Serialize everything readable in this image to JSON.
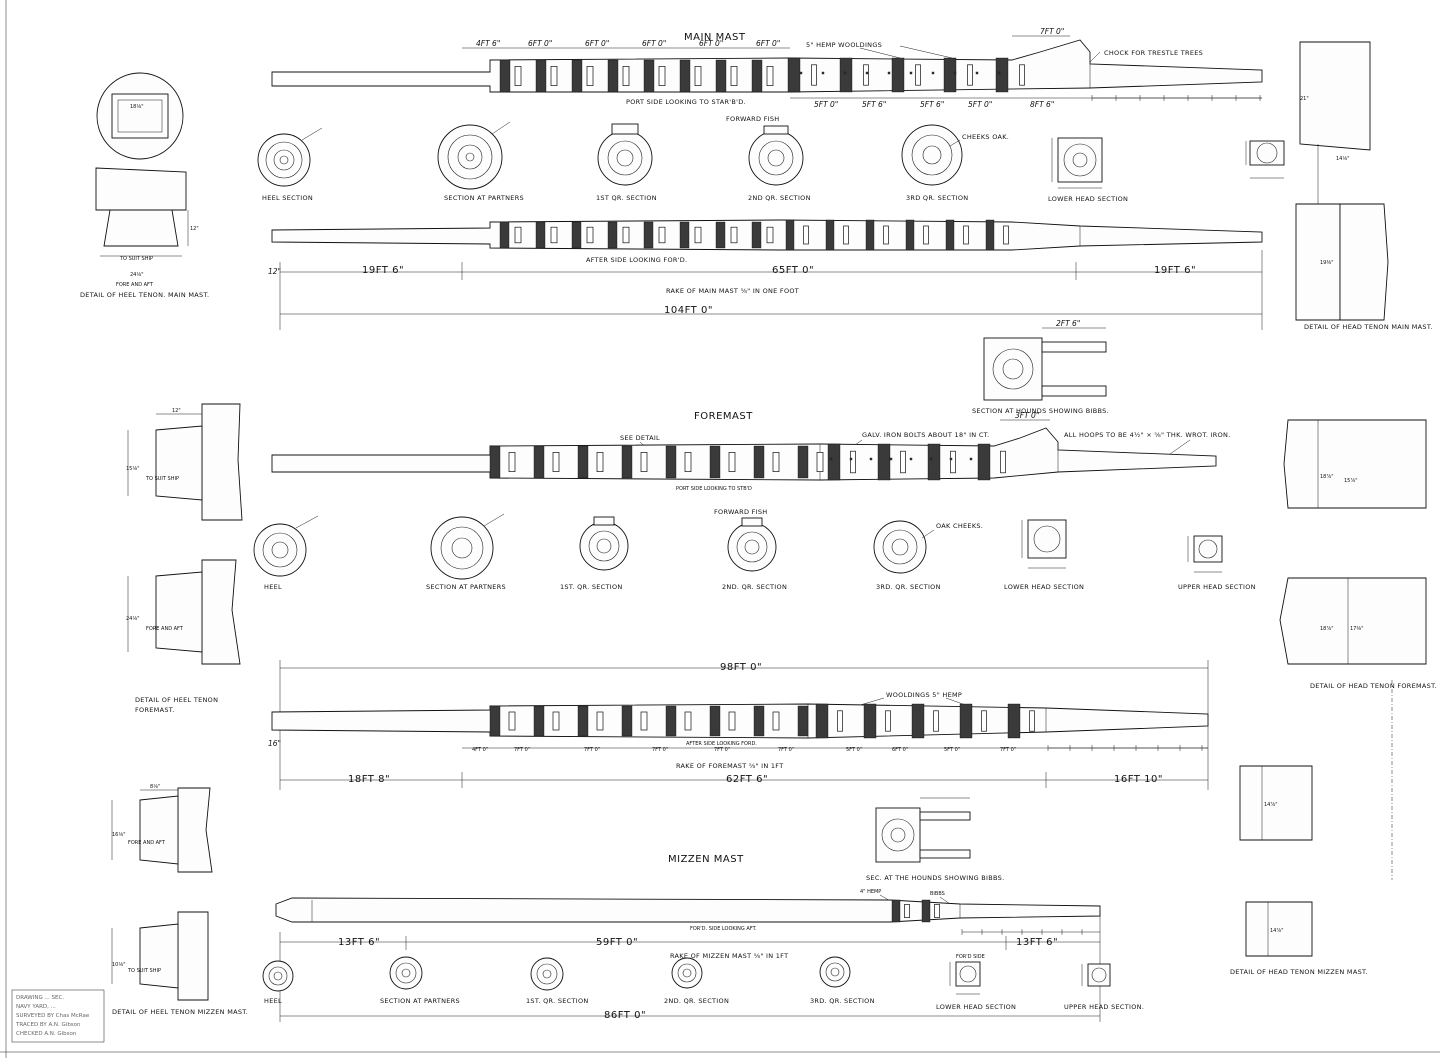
{
  "colors": {
    "paper": "#ffffff",
    "ink": "#1a1a1a",
    "hoop": "#3a3a3a"
  },
  "main_mast": {
    "title": "MAIN MAST",
    "port_label": "PORT SIDE LOOKING TO STAR'B'D.",
    "after_label": "AFTER SIDE LOOKING FOR'D.",
    "woolding_note": "5\" HEMP WOOLDINGS",
    "chock_note": "CHOCK FOR TRESTLE TREES",
    "forward_fish": "FORWARD FISH",
    "cheeks_note": "CHEEKS OAK.",
    "rake": "RAKE OF MAIN MAST ⅝\" IN ONE FOOT",
    "dims": {
      "lower": "19FT 6\"",
      "middle": "65FT 0\"",
      "upper": "19FT 6\"",
      "total": "104FT 0\"",
      "heel": "12\""
    },
    "top_dims": [
      "4FT 6\"",
      "6FT 0\"",
      "6FT 0\"",
      "6FT 0\"",
      "6FT 0\"",
      "6FT 0\"",
      "7FT 0\""
    ],
    "lower_dims": [
      "5FT 0\"",
      "5FT 6\"",
      "5FT 6\"",
      "5FT 0\"",
      "8FT 6\""
    ],
    "sections": [
      "HEEL SECTION",
      "SECTION AT PARTNERS",
      "1ST QR. SECTION",
      "2ND QR. SECTION",
      "3RD QR. SECTION",
      "LOWER HEAD SECTION"
    ],
    "heel_tenon": "DETAIL OF HEEL TENON. MAIN MAST.",
    "head_tenon": "DETAIL OF HEAD TENON MAIN MAST.",
    "to_suit_ship": "TO SUIT SHIP",
    "fore_aft": "FORE AND AFT"
  },
  "hounds_main": {
    "title": "SECTION AT HOUNDS SHOWING BIBBS.",
    "dim": "2FT 6\""
  },
  "foremast": {
    "title": "FOREMAST",
    "port_label": "PORT SIDE LOOKING TO STB'D",
    "after_label": "AFTER SIDE LOOKING FORD.",
    "see_detail": "SEE DETAIL",
    "bolts_note": "GALV. IRON BOLTS ABOUT 18\" IN CT.",
    "hoops_note": "ALL HOOPS TO BE 4½\" × ⅝\" THK. WROT. IRON.",
    "forward_fish": "FORWARD FISH",
    "cheeks_note": "OAK CHEEKS.",
    "woolding_note": "WOOLDINGS 5\" HEMP",
    "rake": "RAKE OF FOREMAST ⅝\" IN 1FT",
    "dims": {
      "overall": "98FT 0\"",
      "lower": "18FT 8\"",
      "middle": "62FT 6\"",
      "upper": "16FT 10\"",
      "heel": "16\""
    },
    "bottom_dims": [
      "4FT 0\"",
      "7FT 0\"",
      "7FT 0\"",
      "7FT 0\"",
      "7FT 0\"",
      "7FT 0\"",
      "5FT 0\"",
      "6FT 0\"",
      "5FT 0\"",
      "7FT 0\""
    ],
    "sections": [
      "HEEL",
      "SECTION AT PARTNERS",
      "1ST. QR. SECTION",
      "2ND. QR. SECTION",
      "3RD. QR. SECTION",
      "LOWER HEAD SECTION",
      "UPPER HEAD SECTION"
    ],
    "heel_tenon": "DETAIL OF HEEL TENON",
    "heel_tenon2": "FOREMAST.",
    "head_tenon": "DETAIL OF HEAD TENON FOREMAST.",
    "to_suit_ship": "TO SUIT SHIP",
    "fore_aft": "FORE AND AFT",
    "tenon_dim": "12\""
  },
  "hounds_mizzen": {
    "title": "SEC. AT THE HOUNDS SHOWING BIBBS."
  },
  "mizzen_mast": {
    "title": "MIZZEN MAST",
    "ford_label": "FOR'D. SIDE LOOKING AFT.",
    "hemp_note": "4\" HEMP",
    "bibbs_note": "BIBBS",
    "rake": "RAKE OF MIZZEN MAST ⅝\" IN 1FT",
    "fords_side": "FOR'D SIDE",
    "dims": {
      "lower": "13FT 6\"",
      "middle": "59FT 0\"",
      "upper": "13FT 6\"",
      "total": "86FT 0\""
    },
    "sections": [
      "HEEL",
      "SECTION AT PARTNERS",
      "1ST. QR. SECTION",
      "2ND. QR. SECTION",
      "3RD. QR. SECTION",
      "LOWER HEAD SECTION",
      "UPPER HEAD SECTION."
    ],
    "heel_tenon": "DETAIL OF HEEL TENON MIZZEN MAST.",
    "head_tenon": "DETAIL OF HEAD TENON MIZZEN MAST.",
    "to_suit_ship": "TO SUIT SHIP",
    "fore_aft": "FORE AND AFT"
  },
  "title_block": [
    "DRAWING ... SEC.",
    "NAVY YARD, ...",
    "SURVEYED BY Chas McRae",
    "TRACED BY A.N. Gibson",
    "CHECKED A.N. Gibson"
  ]
}
